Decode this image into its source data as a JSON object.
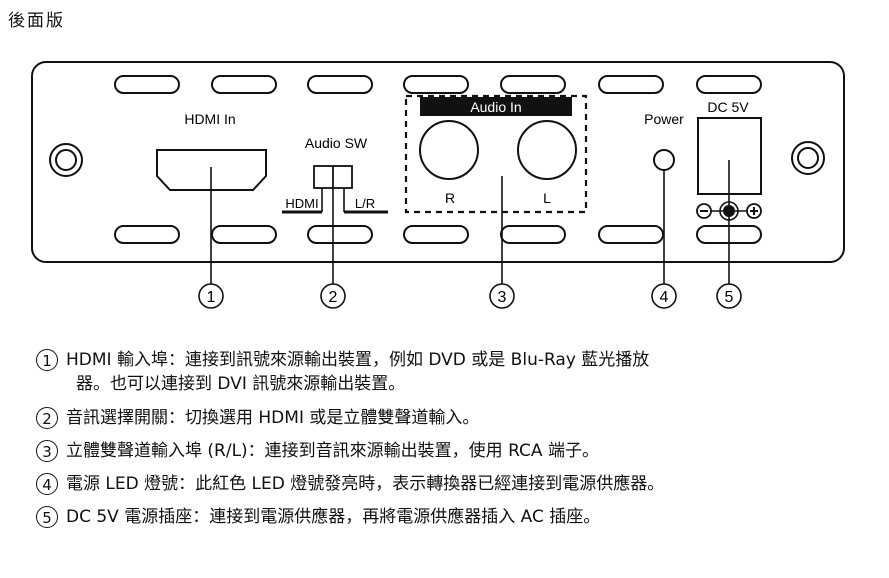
{
  "heading": "後面版",
  "panel": {
    "hdmi_in_label": "HDMI In",
    "audio_sw_label": "Audio SW",
    "switch_left_label": "HDMI",
    "switch_right_label": "L/R",
    "audio_in_label": "Audio In",
    "audio_r_label": "R",
    "audio_l_label": "L",
    "power_label": "Power",
    "dc_label": "DC 5V",
    "minus_symbol": "−",
    "plus_symbol": "+"
  },
  "callouts": [
    "1",
    "2",
    "3",
    "4",
    "5"
  ],
  "descriptions": [
    {
      "num": "1",
      "text": "HDMI 輸入埠：連接到訊號來源輸出裝置，例如 DVD 或是 Blu-Ray 藍光播放",
      "cont": "器。也可以連接到 DVI 訊號來源輸出裝置。"
    },
    {
      "num": "2",
      "text": "音訊選擇開關：切換選用 HDMI 或是立體雙聲道輸入。"
    },
    {
      "num": "3",
      "text": "立體雙聲道輸入埠 (R/L)：連接到音訊來源輸出裝置，使用 RCA 端子。"
    },
    {
      "num": "4",
      "text": "電源 LED 燈號：此紅色 LED 燈號發亮時，表示轉換器已經連接到電源供應器。"
    },
    {
      "num": "5",
      "text": "DC 5V 電源插座：連接到電源供應器，再將電源供應器插入 AC 插座。"
    }
  ]
}
